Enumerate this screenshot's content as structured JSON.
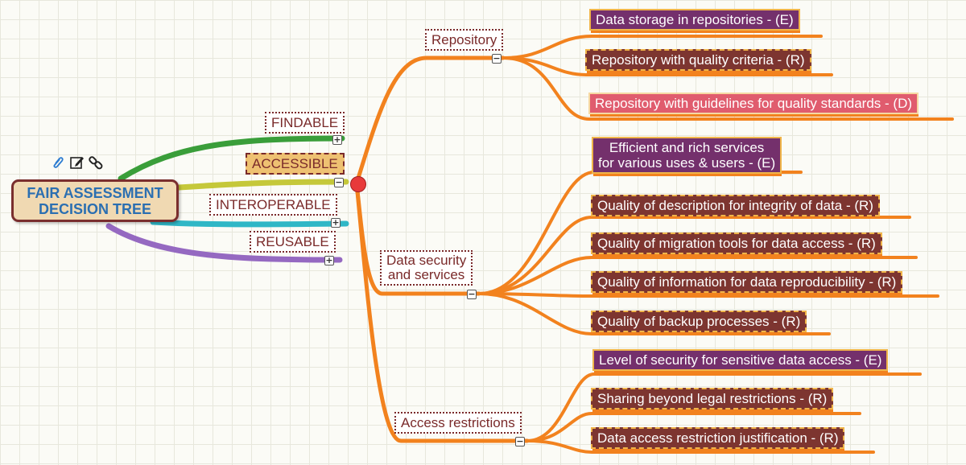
{
  "root": {
    "line1": "FAIR ASSESSMENT",
    "line2": "DECISION TREE"
  },
  "toolbar_icons": [
    "paperclip-icon",
    "edit-note-icon",
    "link-icon"
  ],
  "branches": {
    "findable": "FINDABLE",
    "accessible": "ACCESSIBLE",
    "interoperable": "INTEROPERABLE",
    "reusable": "REUSABLE"
  },
  "subtopics": {
    "repository": "Repository",
    "data_security_line1": "Data security",
    "data_security_line2": "and services",
    "access_restrictions": "Access restrictions"
  },
  "leaves": {
    "repository": [
      "Data storage in repositories - (E)",
      "Repository with quality criteria - (R)",
      "Repository with guidelines for quality standards - (D)"
    ],
    "efficient_line1": "Efficient and rich services",
    "efficient_line2": "for various uses & users - (E)",
    "data_security": [
      "Quality of description for integrity of data - (R)",
      "Quality of migration tools for data access - (R)",
      "Quality of information for data reproducibility - (R)",
      "Quality of backup processes - (R)"
    ],
    "access": [
      "Level of security for sensitive data access - (E)",
      "Sharing beyond legal restrictions - (R)",
      "Data access restriction justification - (R)"
    ]
  },
  "toggles": {
    "plus": "+",
    "minus": "−"
  },
  "colors": {
    "findable_branch": "#3a9e3a",
    "accessible_branch": "#c5c83a",
    "interoperable_branch": "#2fb7c6",
    "reusable_branch": "#9569c1",
    "accessible_sub_branch": "#f2821e",
    "essential_node": "#74306c",
    "recommended_node": "#7d3530",
    "desirable_node": "#e05c6e"
  }
}
